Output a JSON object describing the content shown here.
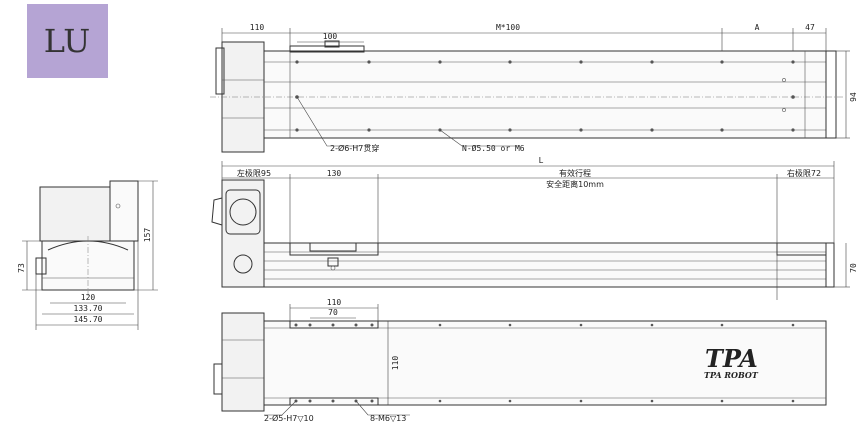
{
  "badge": {
    "label": "LU",
    "color": "#b5a4d4"
  },
  "top_view": {
    "dim_motor": "110",
    "dim_pitch": "M*100",
    "dim_a": "A",
    "dim_end": "47",
    "dim_carriage": "100",
    "dim_height": "94",
    "callout_pin": "2-Ø6-H7贯穿",
    "callout_holes": "N-Ø5.50 or M6"
  },
  "front_view": {
    "dim_total": "L",
    "left_limit": "左极限95",
    "dim_carriage": "130",
    "stroke": "有效行程",
    "safety": "安全距离10mm",
    "right_limit": "右极限72",
    "dim_height": "70"
  },
  "side_view": {
    "dim_height": "157",
    "dim_base": "73",
    "dim_120": "120",
    "dim_133": "133.70",
    "dim_145": "145.70"
  },
  "bottom_view": {
    "dim_110": "110",
    "dim_70": "70",
    "dim_height": "110",
    "callout_pin": "2-Ø5-H7▽10",
    "callout_holes": "8-M6▽13",
    "logo": "TPA",
    "logo_sub": "TPA ROBOT"
  },
  "colors": {
    "line": "#333333",
    "background": "#ffffff"
  }
}
